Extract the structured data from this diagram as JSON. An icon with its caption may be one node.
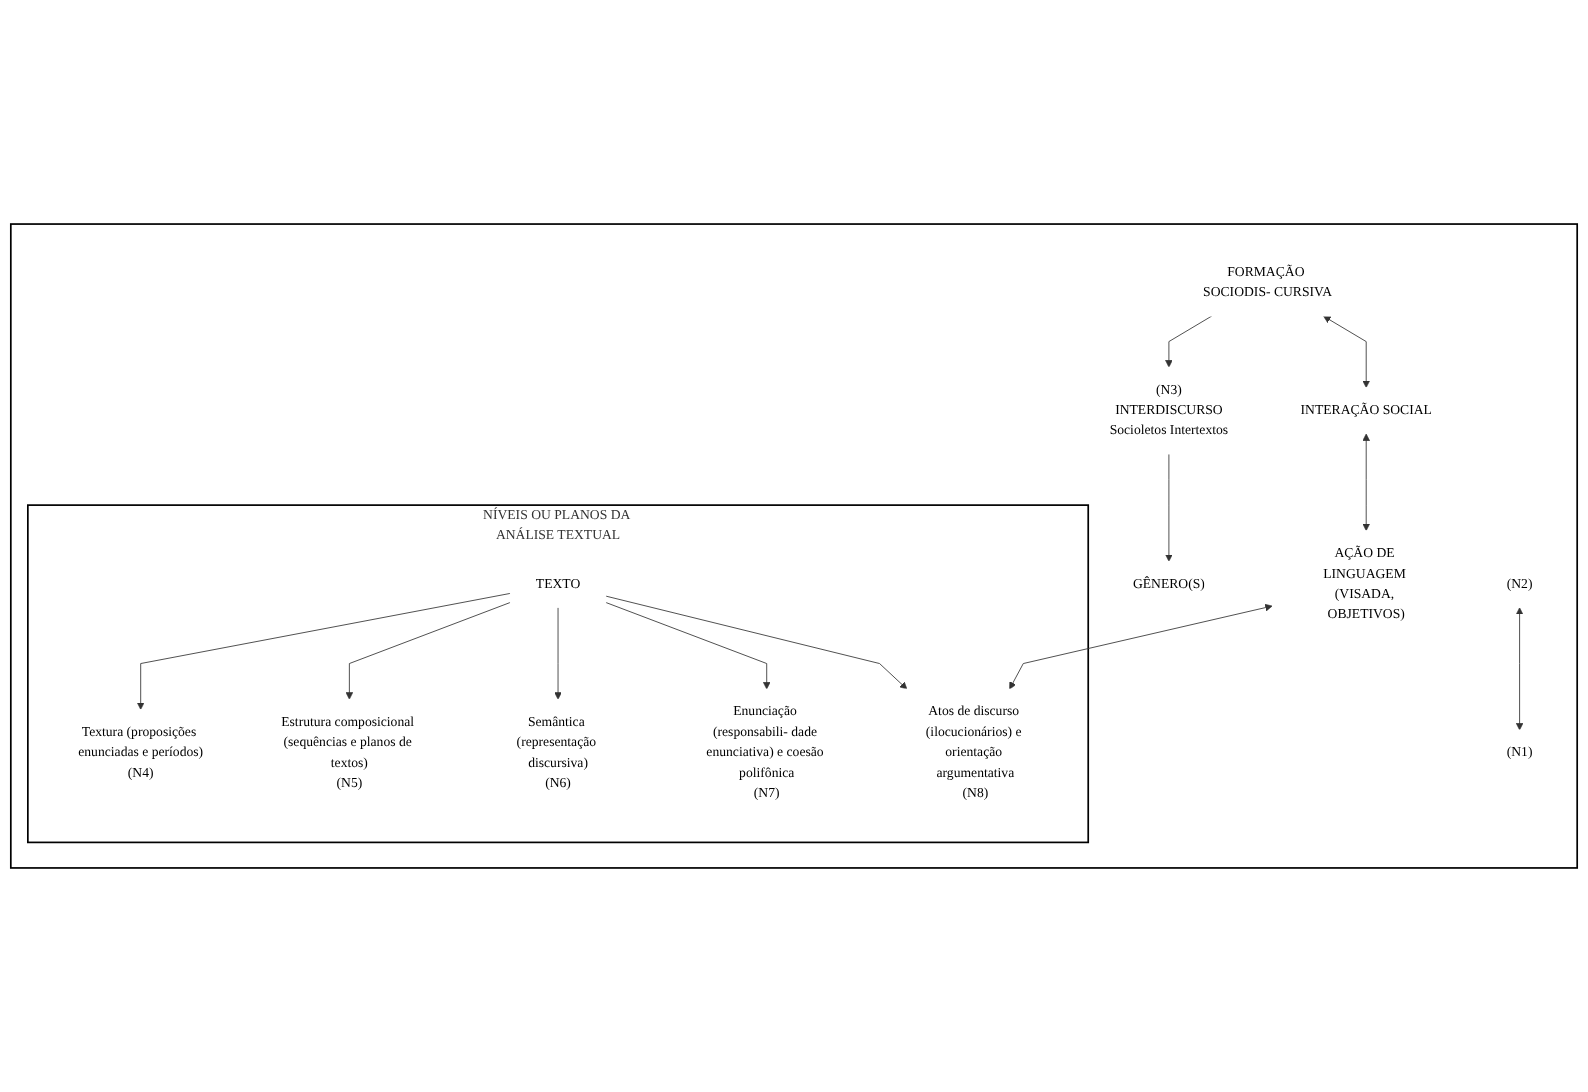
{
  "diagram": {
    "nodes": [
      {
        "text": [],
        "shape": "box"
      },
      {
        "text": [
          "FORMAÇÃO SOCIODIS- CURSIVA"
        ],
        "in": 0
      },
      {
        "text": [
          "INTERAÇÃO SOCIAL"
        ],
        "in": 0
      },
      {
        "text": [
          "AÇÃO DE LINGUAGEM (VISADA, OBJETIVOS)"
        ],
        "in": 0
      },
      {
        "text": [
          "(N2)"
        ],
        "in": 0
      },
      {
        "text": [
          "(N1)"
        ],
        "in": 0
      },
      {
        "text": [
          "(N3)",
          "INTERDISCURSO",
          "Socioletos Intertextos"
        ],
        "in": 0
      },
      {
        "text": [
          "GÊNERO(S)"
        ],
        "in": 0
      },
      {
        "text": [
          "NÍVEIS OU PLANOS DA ANÁLISE TEXTUAL"
        ],
        "in": 0
      },
      {
        "text": [
          "TEXTO"
        ],
        "in": 8
      },
      {
        "text": [
          "Textura (proposições enunciadas e períodos)",
          "(N4)"
        ],
        "in": 8
      },
      {
        "text": [
          "Estrutura composicional (sequências e planos de textos)",
          "(N5)"
        ],
        "in": 8
      },
      {
        "text": [
          "Semântica (representação discursiva)",
          "(N6)"
        ],
        "in": 8
      },
      {
        "text": [
          "Enunciação (responsabili- dade enunciativa) e coesão polifônica",
          "(N7)"
        ],
        "in": 8
      },
      {
        "text": [
          "Atos de discurso (ilocucionários) e orientação argumentativa",
          "(N8)"
        ],
        "in": 8
      }
    ],
    "edges": [
      {
        "from": 1,
        "to": 2,
        "arrow": "both"
      },
      {
        "from": 2,
        "to": 3,
        "arrow": "both"
      },
      {
        "from": 4,
        "to": 5,
        "arrow": "both"
      },
      {
        "from": 1,
        "to": 6,
        "arrow": "to"
      },
      {
        "from": 6,
        "to": 7,
        "arrow": "to"
      },
      {
        "from": 9,
        "to": 10,
        "arrow": "to"
      },
      {
        "from": 9,
        "to": 11,
        "arrow": "to"
      },
      {
        "from": 9,
        "to": 12,
        "arrow": "to"
      },
      {
        "from": 9,
        "to": 13,
        "arrow": "to"
      },
      {
        "from": 9,
        "to": 14,
        "arrow": "to"
      },
      {
        "from": 3,
        "to": 14,
        "arrow": "both"
      }
    ]
  }
}
